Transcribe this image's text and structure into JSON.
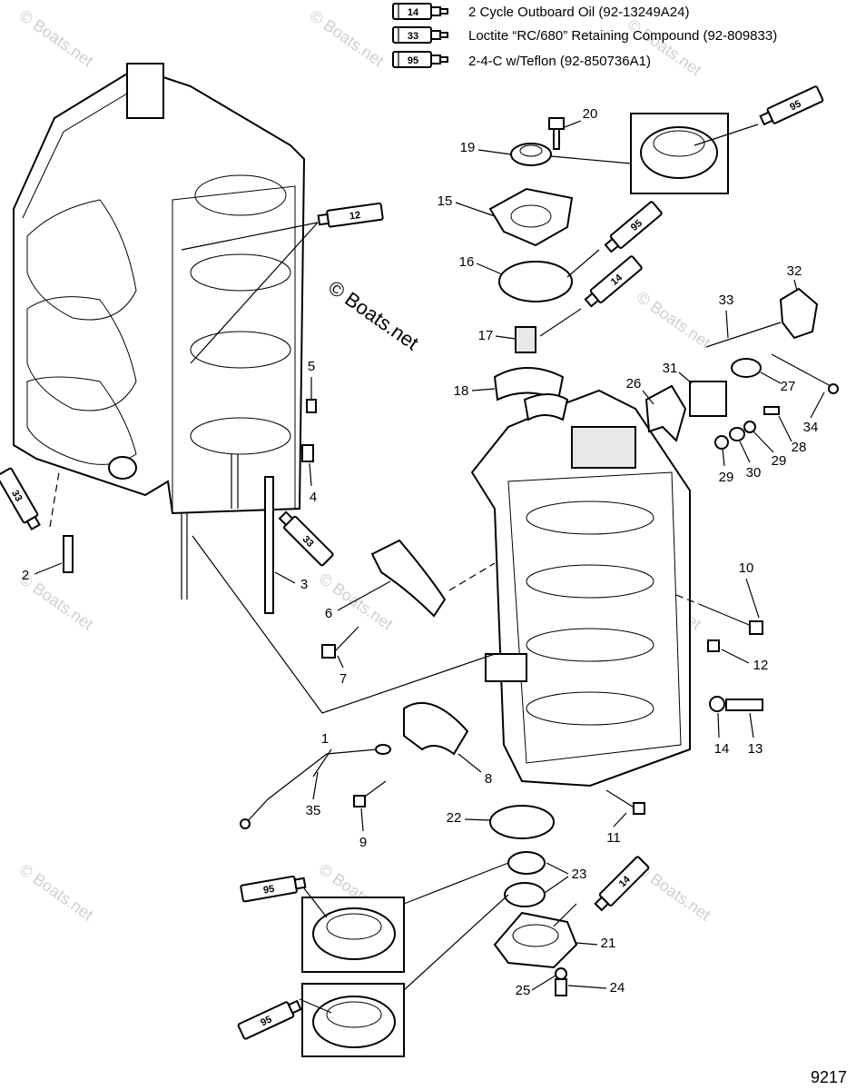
{
  "legend": [
    {
      "code": "14",
      "text": "2 Cycle Outboard Oil (92-13249A24)"
    },
    {
      "code": "33",
      "text": "Loctite “RC/680” Retaining Compound (92-809833)"
    },
    {
      "code": "95",
      "text": "2-4-C w/Teflon (92-850736A1)"
    }
  ],
  "watermark": "© Boats.net",
  "figure_number": "9217",
  "tubes": {
    "t12": "12",
    "t95_top": "95",
    "t95_mid": "95",
    "t14_mid": "14",
    "t33_left": "33",
    "t33_mid": "33",
    "t95_lower1": "95",
    "t95_lower2": "95",
    "t14_lower": "14"
  },
  "callouts": {
    "c1": "1",
    "c2": "2",
    "c3": "3",
    "c4": "4",
    "c5": "5",
    "c6": "6",
    "c7": "7",
    "c8": "8",
    "c9": "9",
    "c10": "10",
    "c11": "11",
    "c12": "12",
    "c13": "13",
    "c14": "14",
    "c15": "15",
    "c16": "16",
    "c17": "17",
    "c18": "18",
    "c19": "19",
    "c20": "20",
    "c21": "21",
    "c22": "22",
    "c23": "23",
    "c24": "24",
    "c25": "25",
    "c26": "26",
    "c27": "27",
    "c28": "28",
    "c29a": "29",
    "c29b": "29",
    "c30": "30",
    "c31": "31",
    "c32": "32",
    "c33": "33",
    "c34": "34",
    "c35": "35"
  }
}
